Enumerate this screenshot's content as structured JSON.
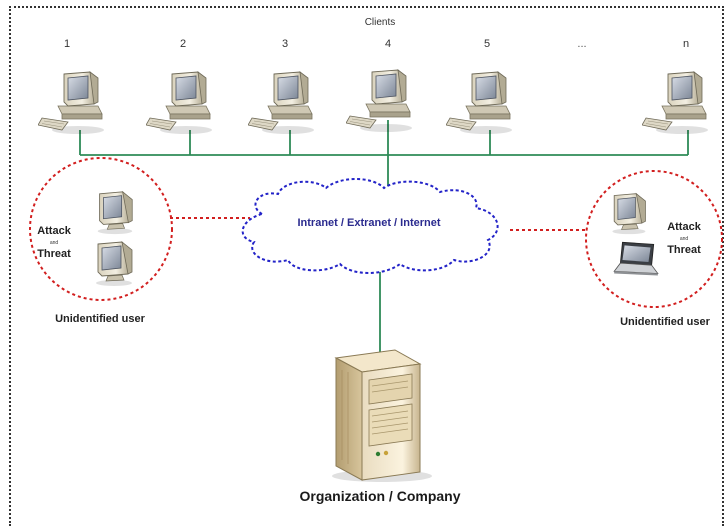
{
  "diagram": {
    "clients_title": "Clients",
    "client_numbers": [
      "1",
      "2",
      "3",
      "4",
      "5",
      "...",
      "n"
    ],
    "network_label": "Intranet / Extranet / Internet",
    "left_group": {
      "line1": "Attack",
      "line2": "and",
      "line3": "Threat",
      "caption": "Unidentified user"
    },
    "right_group": {
      "line1": "Attack",
      "line2": "and",
      "line3": "Threat",
      "caption": "Unidentified user"
    },
    "server_label": "Organization / Company"
  },
  "colors": {
    "link_line": "#2e8b57",
    "threat_dash": "#d21f1f",
    "cloud_dash": "#2323c8",
    "network_text": "#2b2b8f"
  },
  "icons": [
    "desktop-computer-icon",
    "crt-monitor-icon",
    "laptop-icon",
    "server-tower-icon",
    "cloud-icon"
  ]
}
